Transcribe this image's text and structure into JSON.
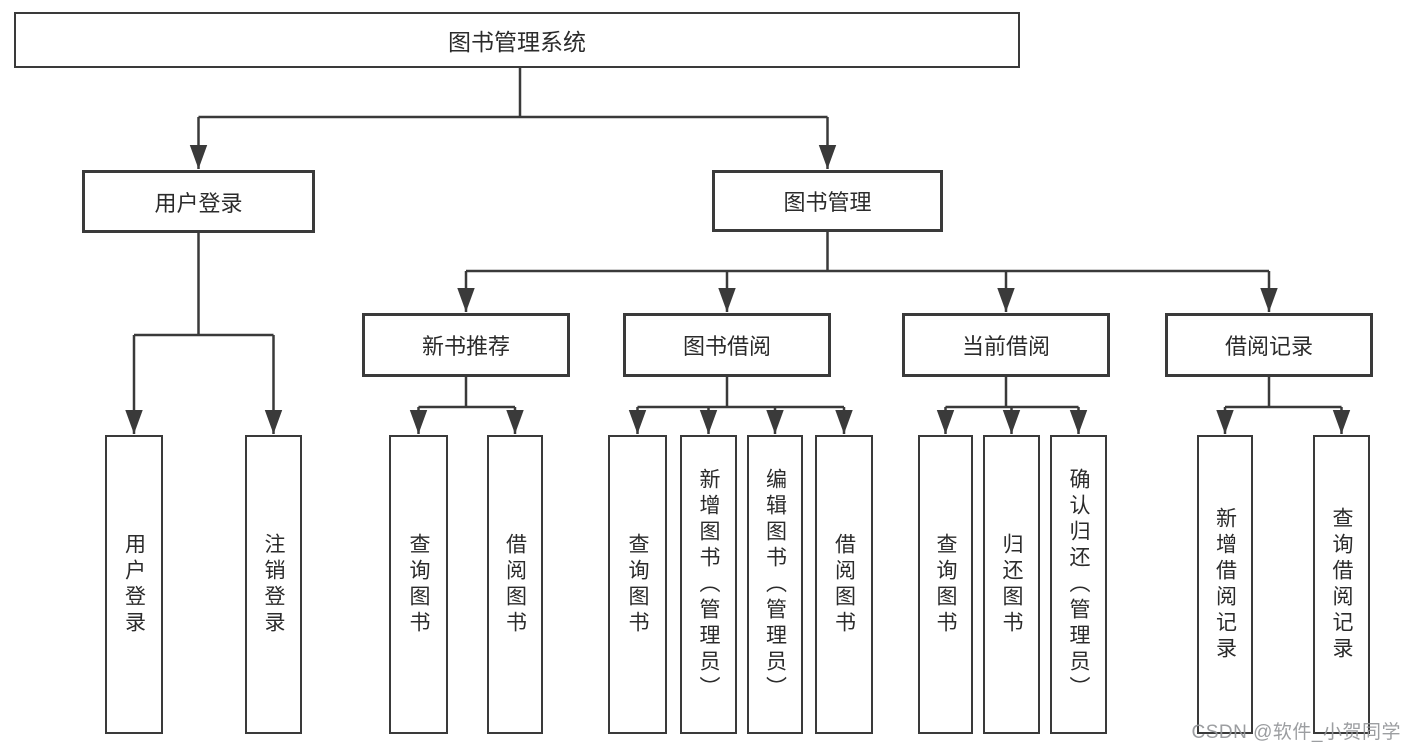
{
  "tree": {
    "label": "图书管理系统",
    "children": [
      {
        "label": "用户登录",
        "children": [
          {
            "label": "用户登录"
          },
          {
            "label": "注销登录"
          }
        ]
      },
      {
        "label": "图书管理",
        "children": [
          {
            "label": "新书推荐",
            "children": [
              {
                "label": "查询图书"
              },
              {
                "label": "借阅图书"
              }
            ]
          },
          {
            "label": "图书借阅",
            "children": [
              {
                "label": "查询图书"
              },
              {
                "label": "新增图书（管理员）"
              },
              {
                "label": "编辑图书（管理员）"
              },
              {
                "label": "借阅图书"
              }
            ]
          },
          {
            "label": "当前借阅",
            "children": [
              {
                "label": "查询图书"
              },
              {
                "label": "归还图书"
              },
              {
                "label": "确认归还（管理员）"
              }
            ]
          },
          {
            "label": "借阅记录",
            "children": [
              {
                "label": "新增借阅记录"
              },
              {
                "label": "查询借阅记录"
              }
            ]
          }
        ]
      }
    ]
  },
  "watermark": "CSDN @软件_小贺同学",
  "colors": {
    "line": "#3a3a3a",
    "text": "#2b2b2b",
    "box_bg": "#ffffff",
    "watermark": "#94969 9"
  }
}
